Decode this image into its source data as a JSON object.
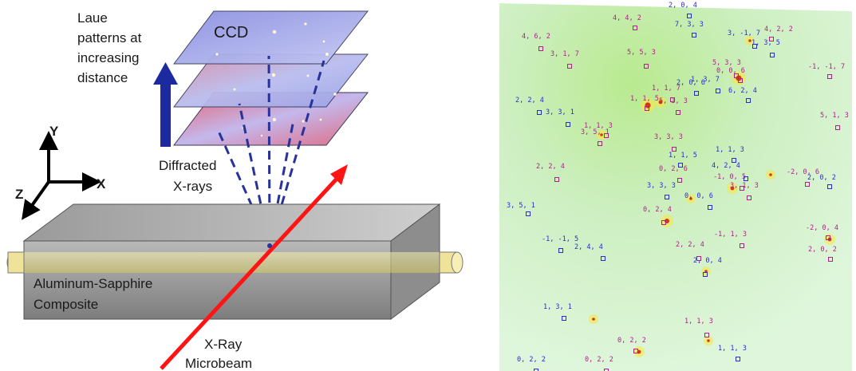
{
  "schematic": {
    "ccd_label": "CCD",
    "laue_label_lines": [
      "Laue",
      "patterns at",
      "increasing",
      "distance"
    ],
    "diffracted_label_lines": [
      "Diffracted",
      "X-rays"
    ],
    "sample_label_lines": [
      "Aluminum-Sapphire",
      "Composite"
    ],
    "beam_label_lines": [
      "X-Ray",
      "Microbeam"
    ],
    "axes": {
      "x": "X",
      "y": "Y",
      "z": "Z"
    }
  },
  "laue_pattern": {
    "background_color": "#cfeec4",
    "colors": {
      "magenta": "#b0208a",
      "blue": "#2a2ad8",
      "spot": "#c06a00"
    },
    "index_labels": [
      {
        "text": "2, 0, 4",
        "color": "blue"
      },
      {
        "text": "4, 4, 2",
        "color": "magenta"
      },
      {
        "text": "7, 3, 3",
        "color": "blue"
      },
      {
        "text": "4, 2, 2",
        "color": "magenta"
      },
      {
        "text": "3, -1, 7",
        "color": "blue"
      },
      {
        "text": "1, 3, 5",
        "color": "blue"
      },
      {
        "text": "3, 1, 7",
        "color": "magenta"
      },
      {
        "text": "4, 6, 2",
        "color": "magenta"
      },
      {
        "text": "5, 5, 3",
        "color": "magenta"
      },
      {
        "text": "5, 3, 3",
        "color": "magenta"
      },
      {
        "text": "0, 0, 6",
        "color": "magenta"
      },
      {
        "text": "-1, -1, 7",
        "color": "magenta"
      },
      {
        "text": "2, 0, 6",
        "color": "blue"
      },
      {
        "text": "1, 3, 7",
        "color": "blue"
      },
      {
        "text": "1, 1, 7",
        "color": "magenta"
      },
      {
        "text": "6, 2, 4",
        "color": "blue"
      },
      {
        "text": "2, 2, 4",
        "color": "blue"
      },
      {
        "text": "1, 1, 5",
        "color": "magenta"
      },
      {
        "text": "5, 3, 3",
        "color": "magenta"
      },
      {
        "text": "3, 3, 1",
        "color": "blue"
      },
      {
        "text": "5, 1, 3",
        "color": "magenta"
      },
      {
        "text": "1, 1, 3",
        "color": "magenta"
      },
      {
        "text": "3, 5, 1",
        "color": "magenta"
      },
      {
        "text": "3, 3, 3",
        "color": "magenta"
      },
      {
        "text": "1, 1, 3",
        "color": "blue"
      },
      {
        "text": "1, 1, 5",
        "color": "blue"
      },
      {
        "text": "2, 2, 4",
        "color": "magenta"
      },
      {
        "text": "0, 2, 6",
        "color": "magenta"
      },
      {
        "text": "4, 2, 4",
        "color": "blue"
      },
      {
        "text": "-1, 0, 5",
        "color": "magenta"
      },
      {
        "text": "-2, 0, 6",
        "color": "magenta"
      },
      {
        "text": "2, 0, 2",
        "color": "blue"
      },
      {
        "text": "3, 3, 3",
        "color": "blue"
      },
      {
        "text": "0, 0, 6",
        "color": "blue"
      },
      {
        "text": "3, 1, 3",
        "color": "magenta"
      },
      {
        "text": "3, 5, 1",
        "color": "blue"
      },
      {
        "text": "0, 2, 4",
        "color": "magenta"
      },
      {
        "text": "-2, 0, 4",
        "color": "magenta"
      },
      {
        "text": "-1, -1, 5",
        "color": "blue"
      },
      {
        "text": "2, 4, 4",
        "color": "blue"
      },
      {
        "text": "2, 2, 4",
        "color": "magenta"
      },
      {
        "text": "-1, 1, 3",
        "color": "magenta"
      },
      {
        "text": "2, 0, 2",
        "color": "magenta"
      },
      {
        "text": "2, 0, 4",
        "color": "blue"
      },
      {
        "text": "1, 3, 1",
        "color": "blue"
      },
      {
        "text": "1, 1, 3",
        "color": "magenta"
      },
      {
        "text": "0, 2, 2",
        "color": "magenta"
      },
      {
        "text": "1, 1, 3",
        "color": "blue"
      },
      {
        "text": "0, 2, 2",
        "color": "blue"
      },
      {
        "text": "0, 2, 2",
        "color": "magenta"
      }
    ]
  }
}
